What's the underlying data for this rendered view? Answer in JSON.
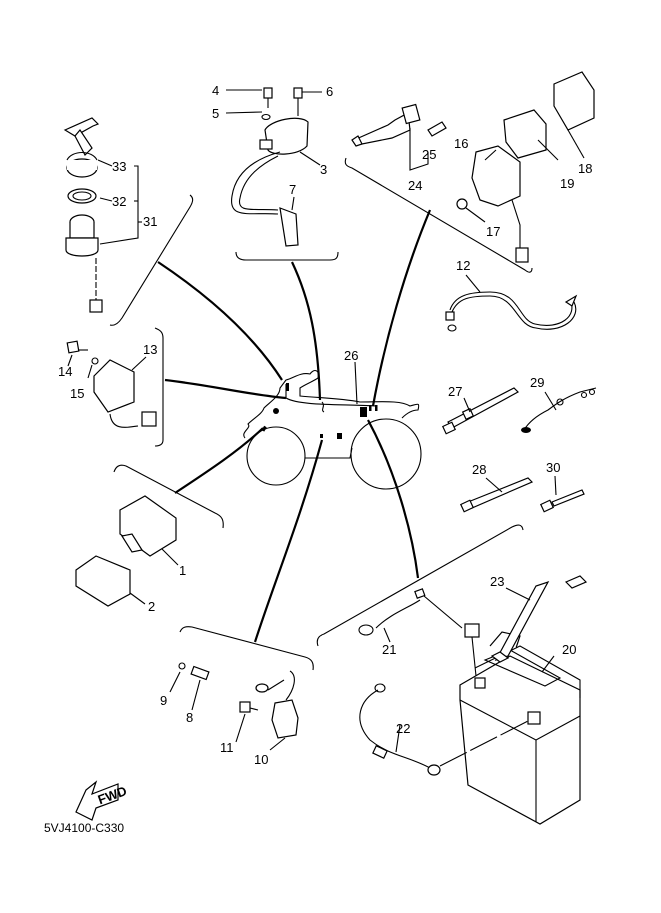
{
  "diagram": {
    "type": "exploded-parts-diagram",
    "title": "Electrical 1",
    "catalog_code": "5VJ4100-C330",
    "fwd_label": "FWD",
    "callouts": [
      {
        "id": "c1",
        "text": "1"
      },
      {
        "id": "c2",
        "text": "2"
      },
      {
        "id": "c3",
        "text": "3"
      },
      {
        "id": "c4",
        "text": "4"
      },
      {
        "id": "c5",
        "text": "5"
      },
      {
        "id": "c6",
        "text": "6"
      },
      {
        "id": "c7",
        "text": "7"
      },
      {
        "id": "c8",
        "text": "8"
      },
      {
        "id": "c9",
        "text": "9"
      },
      {
        "id": "c10",
        "text": "10"
      },
      {
        "id": "c11",
        "text": "11"
      },
      {
        "id": "c12",
        "text": "12"
      },
      {
        "id": "c13",
        "text": "13"
      },
      {
        "id": "c14",
        "text": "14"
      },
      {
        "id": "c15",
        "text": "15"
      },
      {
        "id": "c16",
        "text": "16"
      },
      {
        "id": "c17",
        "text": "17"
      },
      {
        "id": "c18",
        "text": "18"
      },
      {
        "id": "c19",
        "text": "19"
      },
      {
        "id": "c20",
        "text": "20"
      },
      {
        "id": "c21",
        "text": "21"
      },
      {
        "id": "c22",
        "text": "22"
      },
      {
        "id": "c23",
        "text": "23"
      },
      {
        "id": "c24",
        "text": "24"
      },
      {
        "id": "c25",
        "text": "25"
      },
      {
        "id": "c26",
        "text": "26"
      },
      {
        "id": "c27",
        "text": "27"
      },
      {
        "id": "c28",
        "text": "28"
      },
      {
        "id": "c29",
        "text": "29"
      },
      {
        "id": "c30",
        "text": "30"
      },
      {
        "id": "c31",
        "text": "31"
      },
      {
        "id": "c32",
        "text": "32"
      },
      {
        "id": "c33",
        "text": "33"
      }
    ]
  }
}
